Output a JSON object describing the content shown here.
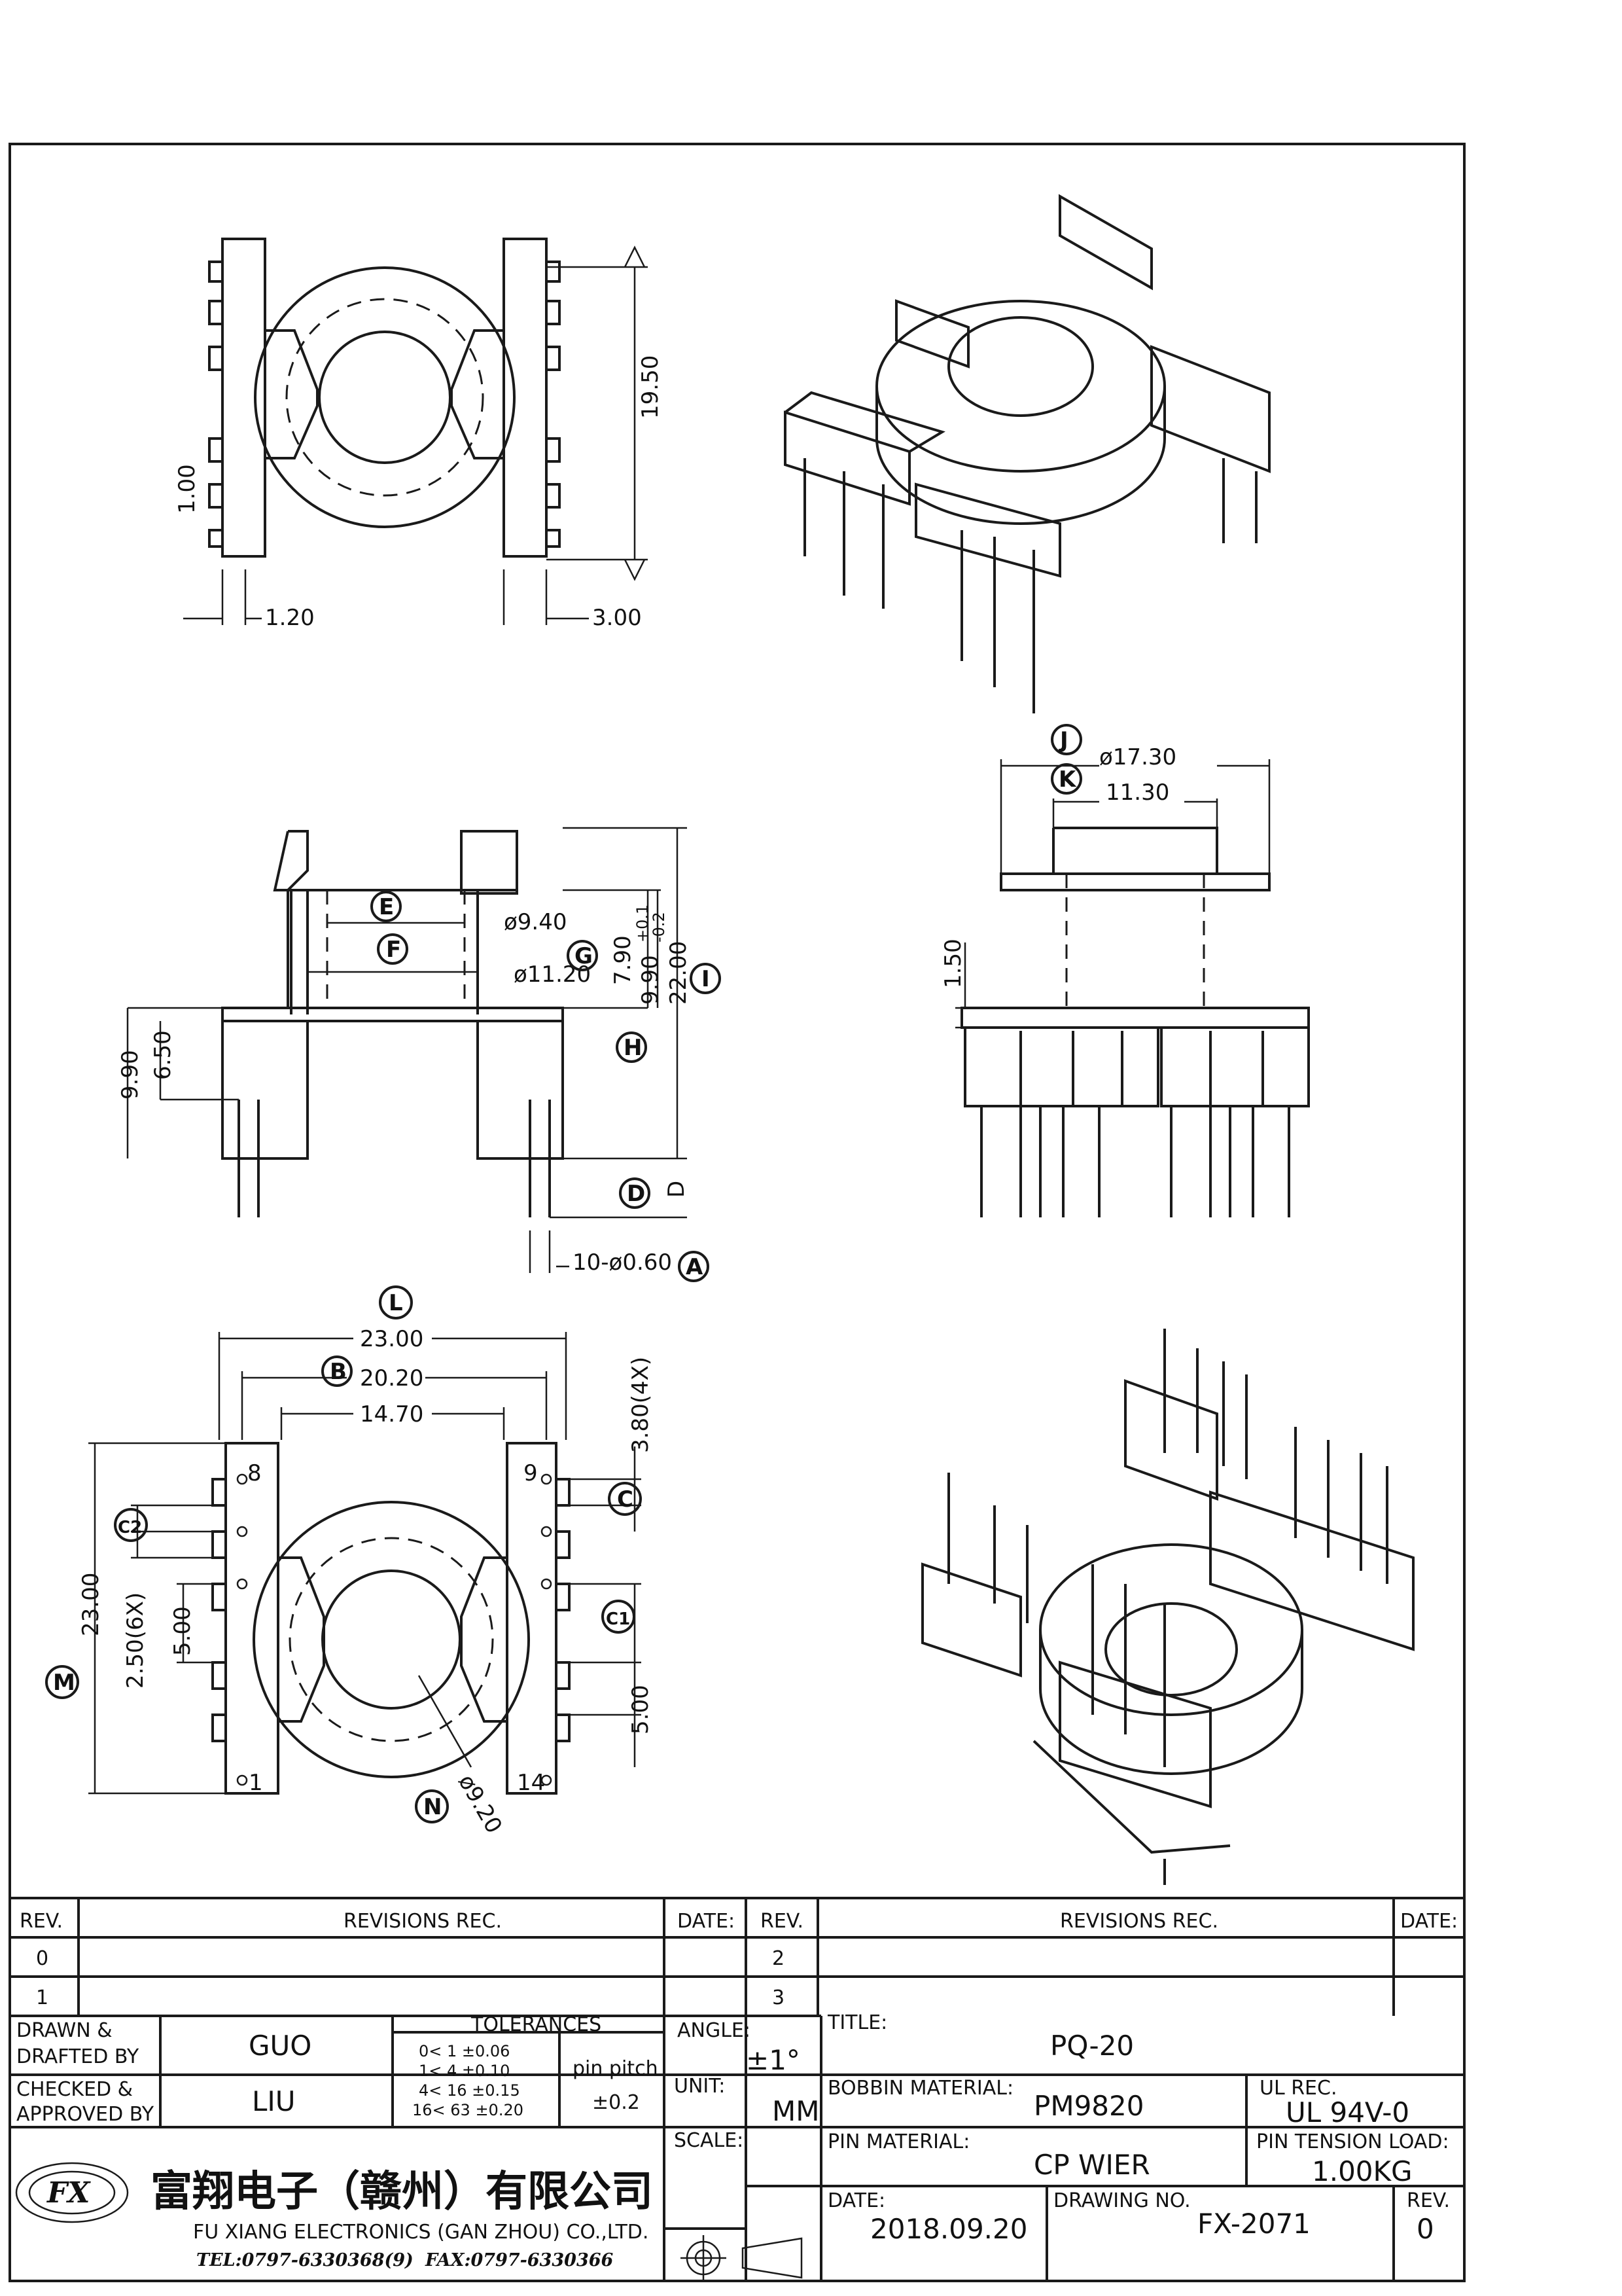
{
  "title_block": {
    "rev_header": "REV.",
    "revisions_header": "REVISIONS   REC.",
    "date_header": "DATE:",
    "rev_rows_left": [
      "0",
      "1"
    ],
    "rev_rows_right": [
      "2",
      "3"
    ],
    "drawn_label": "DRAWN &\nDRAFTED BY",
    "drawn_value": "GUO",
    "checked_label": "CHECKED &\nAPPROVED BY",
    "checked_value": "LIU",
    "tolerances_label": "TOLERANCES",
    "tolerance_rows": [
      "0<  1   ±0.06",
      "1<  4   ±0.10",
      "4<  16  ±0.15",
      "16<  63  ±0.20"
    ],
    "pin_pitch_label": "pin pitch",
    "pin_pitch_value": "±0.2",
    "angle_label": "ANGLE:",
    "angle_value": "±1°",
    "unit_label": "UNIT:",
    "unit_value": "MM",
    "scale_label": "SCALE:",
    "title_label": "TITLE:",
    "title_value": "PQ-20",
    "bobbin_material_label": "BOBBIN MATERIAL:",
    "bobbin_material_value": "PM9820",
    "ul_rec_label": "UL REC.",
    "ul_rec_value": "UL 94V-0",
    "pin_material_label": "PIN MATERIAL:",
    "pin_material_value": "CP WIER",
    "pin_tension_label": "PIN TENSION LOAD:",
    "pin_tension_value": "1.00KG",
    "date_label": "DATE:",
    "date_value": "2018.09.20",
    "drawing_no_label": "DRAWING NO.",
    "drawing_no_value": "FX-2071",
    "rev_label": "REV.",
    "rev_value": "0"
  },
  "company": {
    "logo_text": "FX",
    "name_cn": "富翔电子（赣州）有限公司",
    "name_en": "FU XIANG ELECTRONICS (GAN ZHOU) CO.,LTD.",
    "tel": "TEL:0797-6330368(9)",
    "fax": "FAX:0797-6330366"
  },
  "top_view": {
    "dim_height": "19.50",
    "dim_slot": "1.00",
    "dim_left": "1.20",
    "dim_right": "3.00"
  },
  "side_view": {
    "dim_e": "ø9.40",
    "dim_f": "ø11.20",
    "dim_g": "7.90",
    "dim_h_tol": "9.90",
    "dim_h_tol_plus": "+0.1",
    "dim_h_tol_minus": "-0.2",
    "dim_i": "22.00",
    "dim_left_outer": "9.90",
    "dim_left_inner": "6.50",
    "dim_d": "D",
    "dim_pins": "10-ø0.60",
    "bubbles": [
      "E",
      "F",
      "G",
      "H",
      "I",
      "D",
      "A"
    ]
  },
  "end_view": {
    "dim_j": "ø17.30",
    "dim_k": "11.30",
    "dim_flange": "1.50",
    "bubbles": [
      "J",
      "K"
    ]
  },
  "bottom_view": {
    "dim_l": "23.00",
    "dim_b": "20.20",
    "dim_inner": "14.70",
    "dim_m": "23.00",
    "dim_pitch": "2.50(6X)",
    "dim_500a": "5.00",
    "dim_500b": "5.00",
    "dim_380": "3.80(4X)",
    "dim_n": "ø9.20",
    "pin_labels": [
      "8",
      "9",
      "1",
      "14"
    ],
    "bubbles": [
      "L",
      "B",
      "M",
      "C2",
      "C",
      "C1",
      "N"
    ]
  }
}
